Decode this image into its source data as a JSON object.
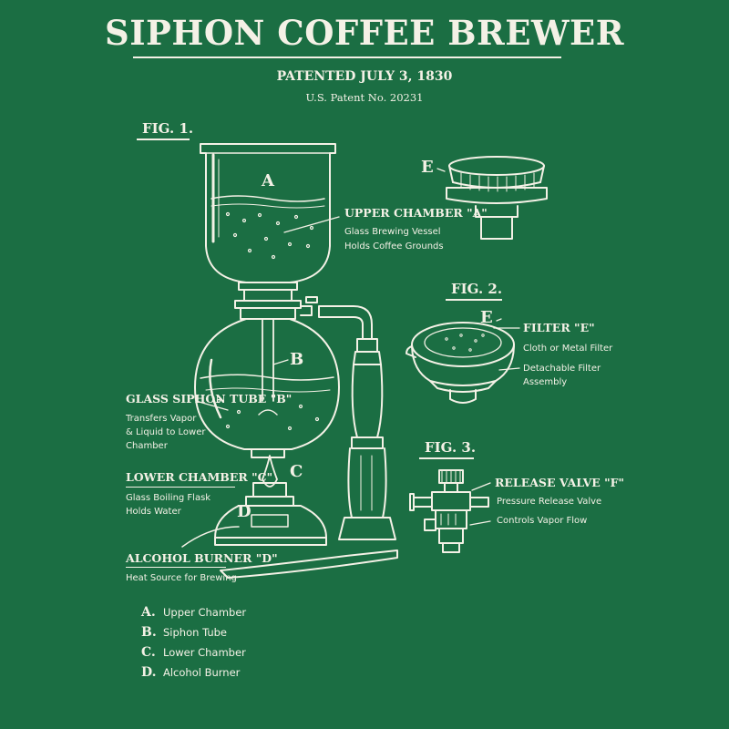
{
  "header": {
    "title": "SIPHON COFFEE BREWER",
    "patent_date": "PATENTED JULY 3, 1830",
    "patent_number": "U.S. Patent No. 20231"
  },
  "figures": {
    "fig1": "FIG. 1.",
    "fig2": "FIG. 2.",
    "fig3": "FIG. 3."
  },
  "parts": {
    "a": {
      "letter": "A",
      "label": "UPPER CHAMBER \"A\"",
      "desc": [
        "Glass Brewing Vessel",
        "Holds Coffee Grounds"
      ]
    },
    "b": {
      "letter": "B",
      "label": "GLASS SIPHON TUBE \"B\"",
      "desc": [
        "Transfers Vapor",
        "& Liquid to Lower",
        "Chamber"
      ]
    },
    "c": {
      "letter": "C",
      "label": "LOWER CHAMBER \"C\"",
      "desc": [
        "Glass Boiling Flask",
        "Holds Water"
      ]
    },
    "d": {
      "letter": "D",
      "label": "ALCOHOL BURNER \"D\"",
      "desc": [
        "Heat Source for Brewing"
      ]
    },
    "e": {
      "letter": "E",
      "label": "FILTER \"E\"",
      "desc": [
        "Cloth or Metal Filter",
        "Detachable Filter",
        "Assembly"
      ]
    },
    "f": {
      "label": "RELEASE VALVE \"F\"",
      "desc": [
        "Pressure Release Valve",
        "Controls Vapor Flow"
      ]
    }
  },
  "legend": [
    {
      "key": "A.",
      "text": "Upper Chamber"
    },
    {
      "key": "B.",
      "text": "Siphon Tube"
    },
    {
      "key": "C.",
      "text": "Lower Chamber"
    },
    {
      "key": "D.",
      "text": "Alcohol Burner"
    }
  ],
  "colors": {
    "background": "#1b6e43",
    "ink": "#f4f1e6"
  }
}
